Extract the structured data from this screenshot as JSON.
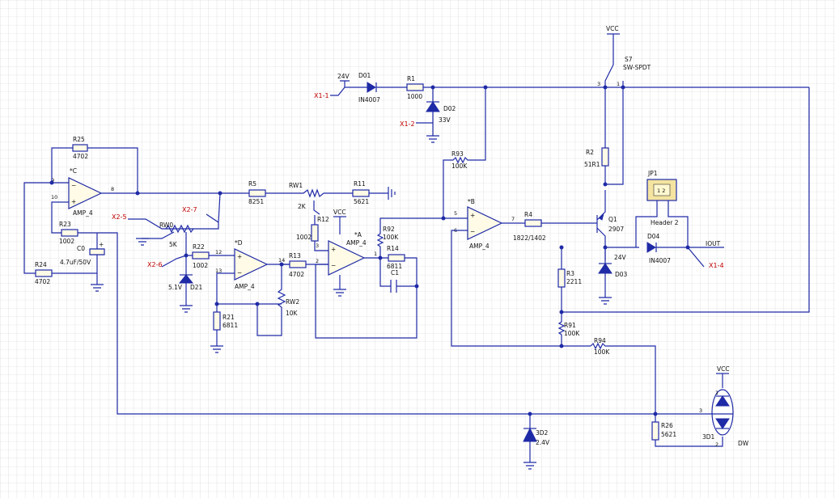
{
  "labels": {
    "r25": "R25",
    "r25v": "4702",
    "ampc": "*C",
    "ampc_t": "AMP_4",
    "r23": "R23",
    "r23v": "1002",
    "c0": "C0",
    "c0v": "4.7uF/50V",
    "r24": "R24",
    "r24v": "4702",
    "x25": "X2-5",
    "x26": "X2-6",
    "x27": "X2-7",
    "rw0": "RW0",
    "rw0v": "5K",
    "r22": "R22",
    "r22v": "1002",
    "d21": "D21",
    "d21v": "5.1V",
    "ampd": "*D",
    "ampd_t": "AMP_4",
    "r21": "R21",
    "r21v": "6811",
    "r5": "R5",
    "r5v": "8251",
    "rw1": "RW1",
    "rw1v": "2K",
    "r11": "R11",
    "r11v": "5621",
    "r12": "R12",
    "r12v": "1002",
    "vcc": "VCC",
    "r13": "R13",
    "r13v": "4702",
    "rw2": "RW2",
    "rw2v": "10K",
    "ampa": "*A",
    "ampa_t": "AMP_4",
    "r92": "R92",
    "r92v": "100K",
    "r14": "R14",
    "r14v": "6811",
    "c1": "C1",
    "v24": "24V",
    "x11": "X1-1",
    "x12": "X1-2",
    "x14": "X1-4",
    "d01": "D01",
    "d01v": "IN4007",
    "r1": "R1",
    "r1v": "1000",
    "d02": "D02",
    "d02v": "33V",
    "r93": "R93",
    "r93v": "100K",
    "ampb": "*B",
    "ampb_t": "AMP_4",
    "r4": "R4",
    "r4v": "1822/1402",
    "r3": "R3",
    "r3v": "2211",
    "r91": "R91",
    "r91v": "100K",
    "r94": "R94",
    "r94v": "100K",
    "q1": "Q1",
    "q1v": "2907",
    "r2": "R2",
    "r2v": "51R1",
    "s7": "S7",
    "s7v": "SW-SPDT",
    "jp1": "JP1",
    "jp1v": "Header 2",
    "d04": "D04",
    "d04v": "IN4007",
    "d03": "D03",
    "d03v": "24V",
    "iout": "IOUT",
    "d2": "3D2",
    "d2v": "2.4V",
    "r26": "R26",
    "r26v": "5621",
    "d1": "3D1",
    "dw": "DW"
  },
  "colors": {
    "wire": "#1f2aa6",
    "label": "#c00000",
    "grid": "#c8c8c8",
    "component_fill": "#fffbe6"
  }
}
